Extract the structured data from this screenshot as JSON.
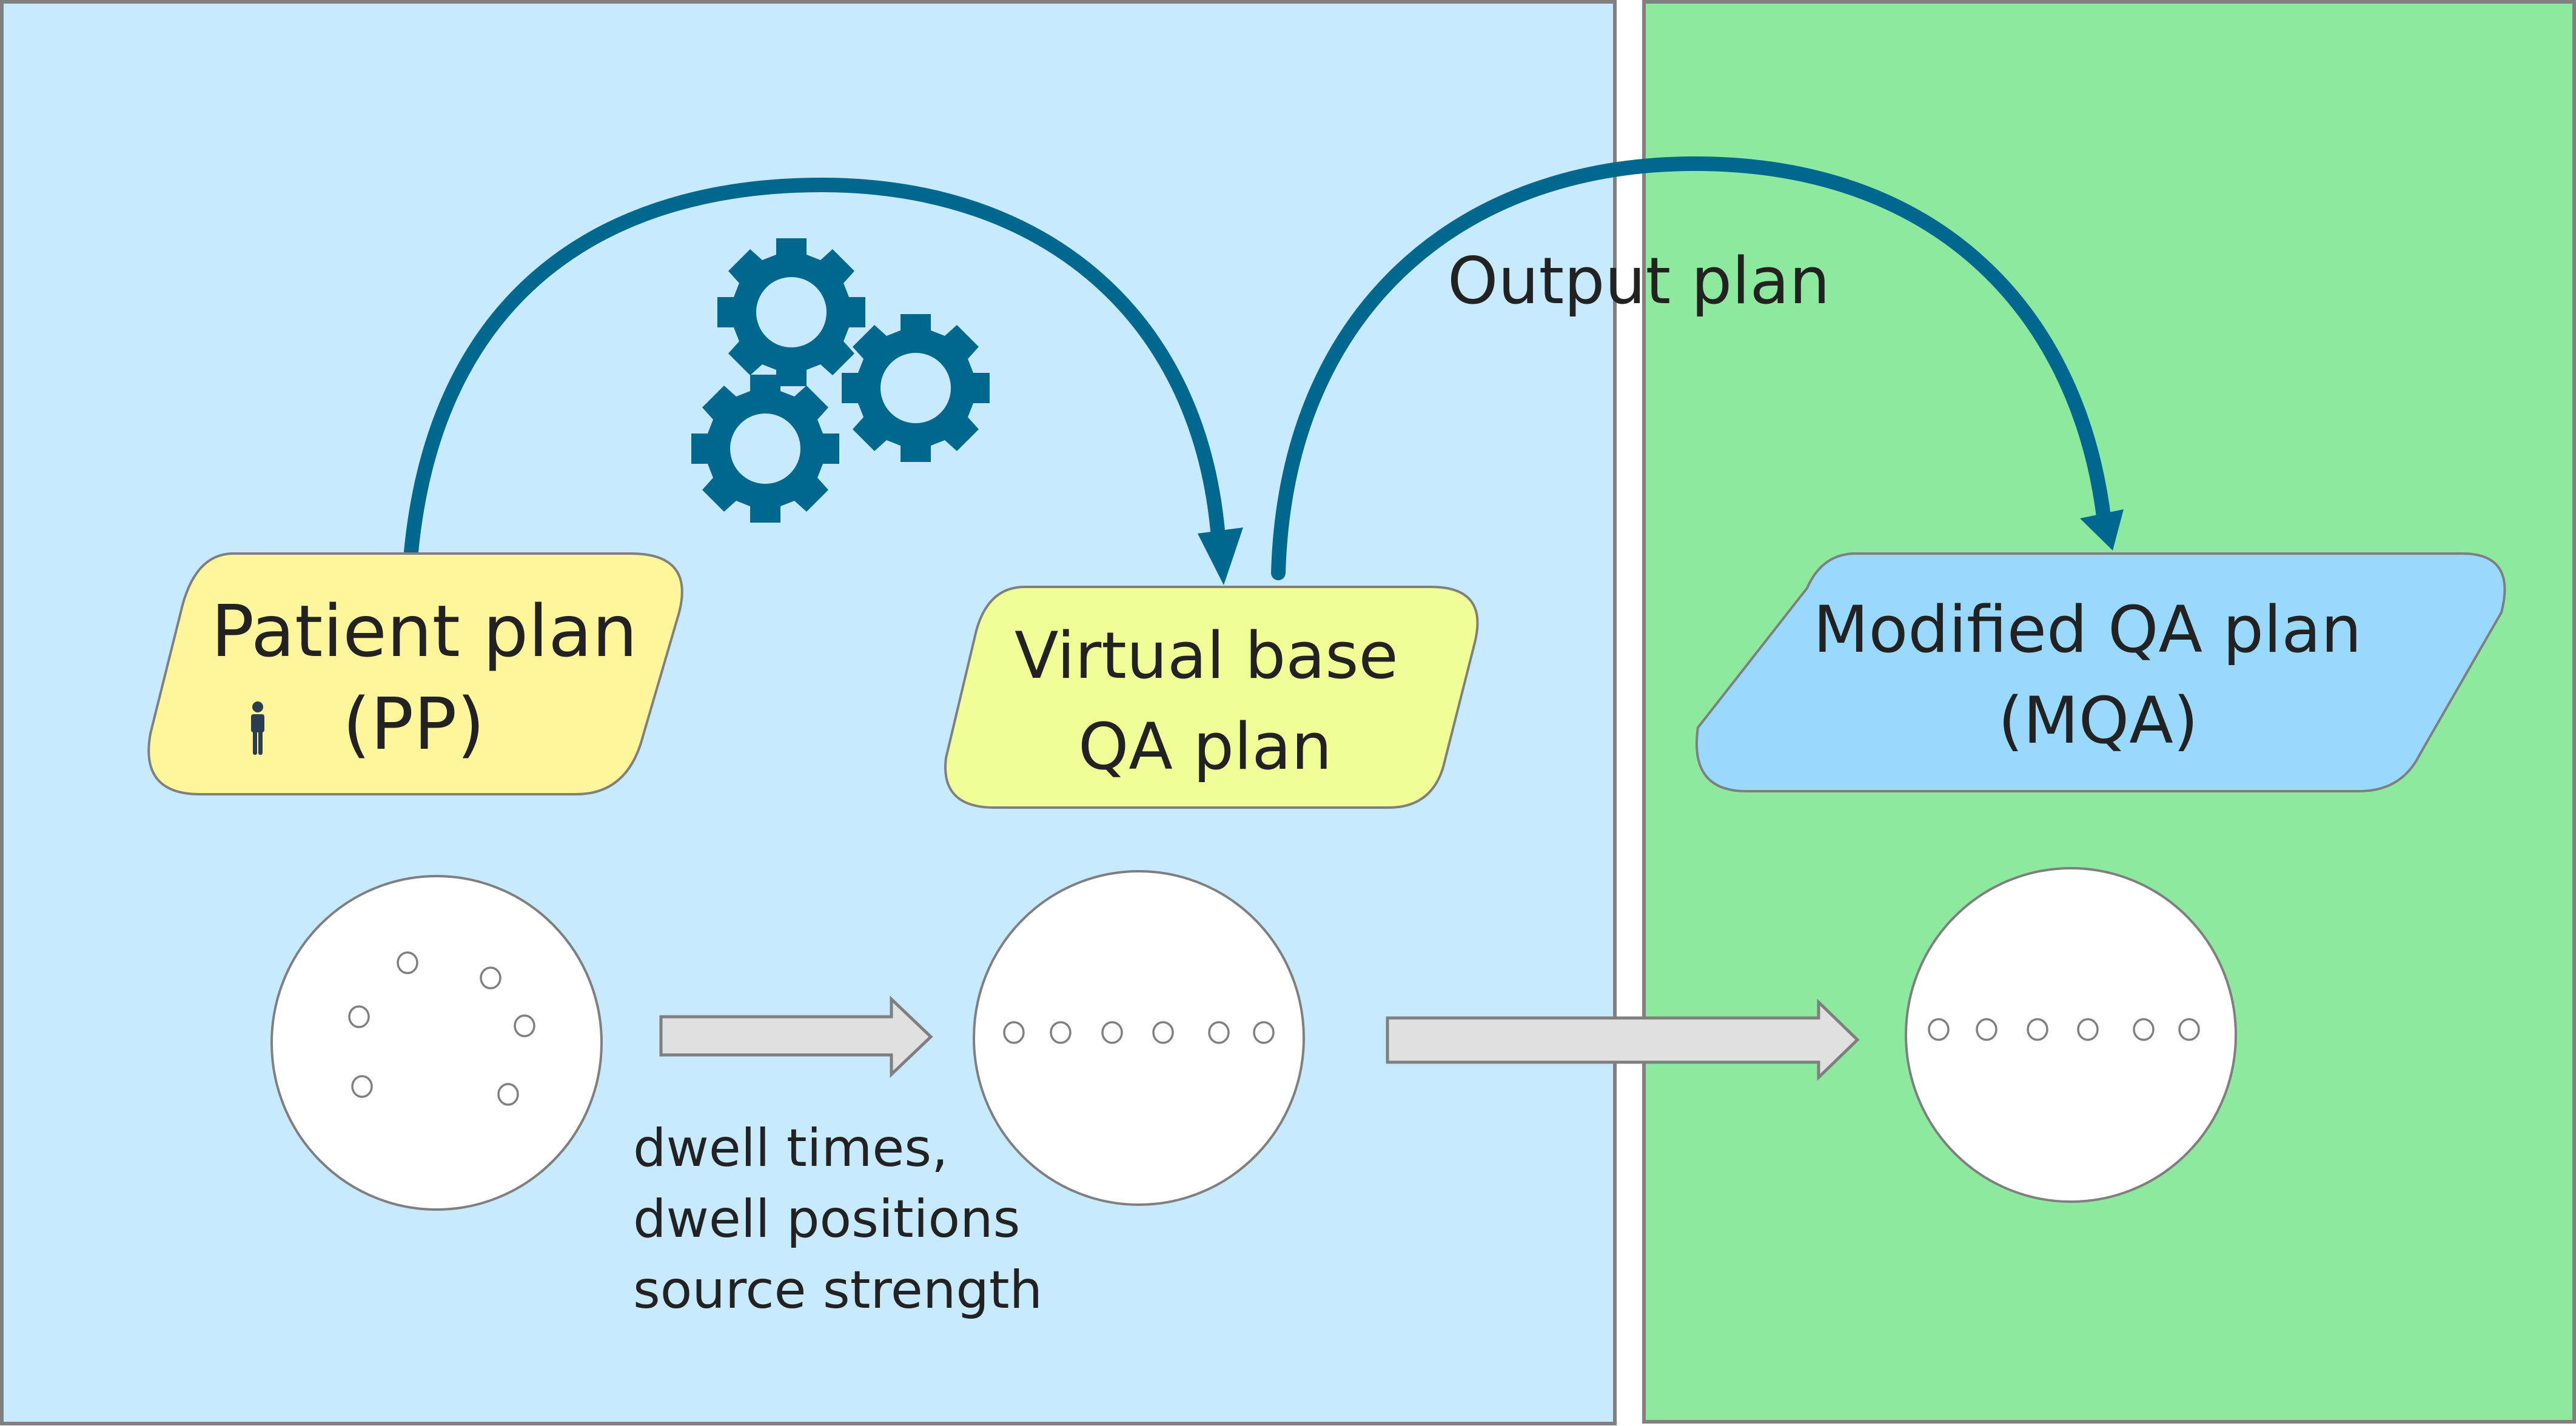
{
  "colors": {
    "patient_panel": "#C8EAFE",
    "output_panel": "#8DE99E",
    "patient_plan_box": "#FFF59A",
    "virtual_base_box": "#F1FE98",
    "modified_qa_box": "#99D9FE",
    "flow_arrow": "#00688F",
    "block_arrow": "#E0E0E0",
    "person_icon": "#2B3D4F"
  },
  "panels": {
    "left": {
      "name": "patient-side-panel"
    },
    "right": {
      "name": "output-side-panel"
    }
  },
  "nodes": {
    "patient_plan": {
      "line1": "Patient plan",
      "line2": "(PP)",
      "icon": "person-icon"
    },
    "virtual_base": {
      "line1": "Virtual base",
      "line2": "QA plan"
    },
    "modified_qa": {
      "line1": "Modified QA plan",
      "line2": "(MQA)"
    }
  },
  "labels": {
    "output_plan": "Output plan",
    "transfer_params": [
      "dwell times,",
      "dwell positions",
      "source strength"
    ]
  },
  "icons": {
    "gears": "gears-icon",
    "person": "person-icon"
  },
  "phantoms": {
    "patient": {
      "dwell_positions": 6,
      "arrangement": "scattered"
    },
    "virtual_base": {
      "dwell_positions": 6,
      "arrangement": "line"
    },
    "modified_qa": {
      "dwell_positions": 6,
      "arrangement": "line"
    }
  }
}
